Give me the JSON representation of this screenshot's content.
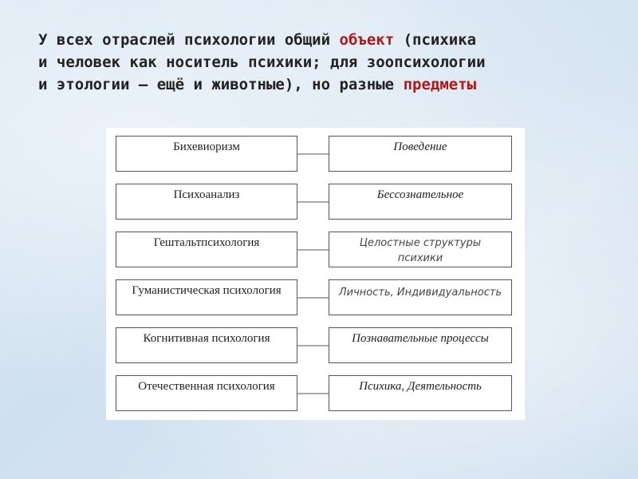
{
  "heading": {
    "part1": "У всех отраслей психологии общий ",
    "object_word": "объект",
    "part2": " (психика",
    "line2": "и человек как носитель психики; для зоопсихологии",
    "line3": "и этологии – ещё и животные), но разные ",
    "subject_word": "предметы"
  },
  "colors": {
    "accent": "#b01818",
    "text": "#222222",
    "border": "#555555"
  },
  "rows": [
    {
      "branch": "Бихевиоризм",
      "subject": "Поведение"
    },
    {
      "branch": "Психоанализ",
      "subject": "Бессознательное"
    },
    {
      "branch": "Гештальтпсихология",
      "subject": "Целостные структуры\nпсихики"
    },
    {
      "branch": "Гуманистическая психология",
      "subject": "Личность, Индивидуальность"
    },
    {
      "branch": "Когнитивная психология",
      "subject": "Познавательные процессы"
    },
    {
      "branch": "Отечественная психология",
      "subject": "Психика, Деятельность"
    }
  ]
}
